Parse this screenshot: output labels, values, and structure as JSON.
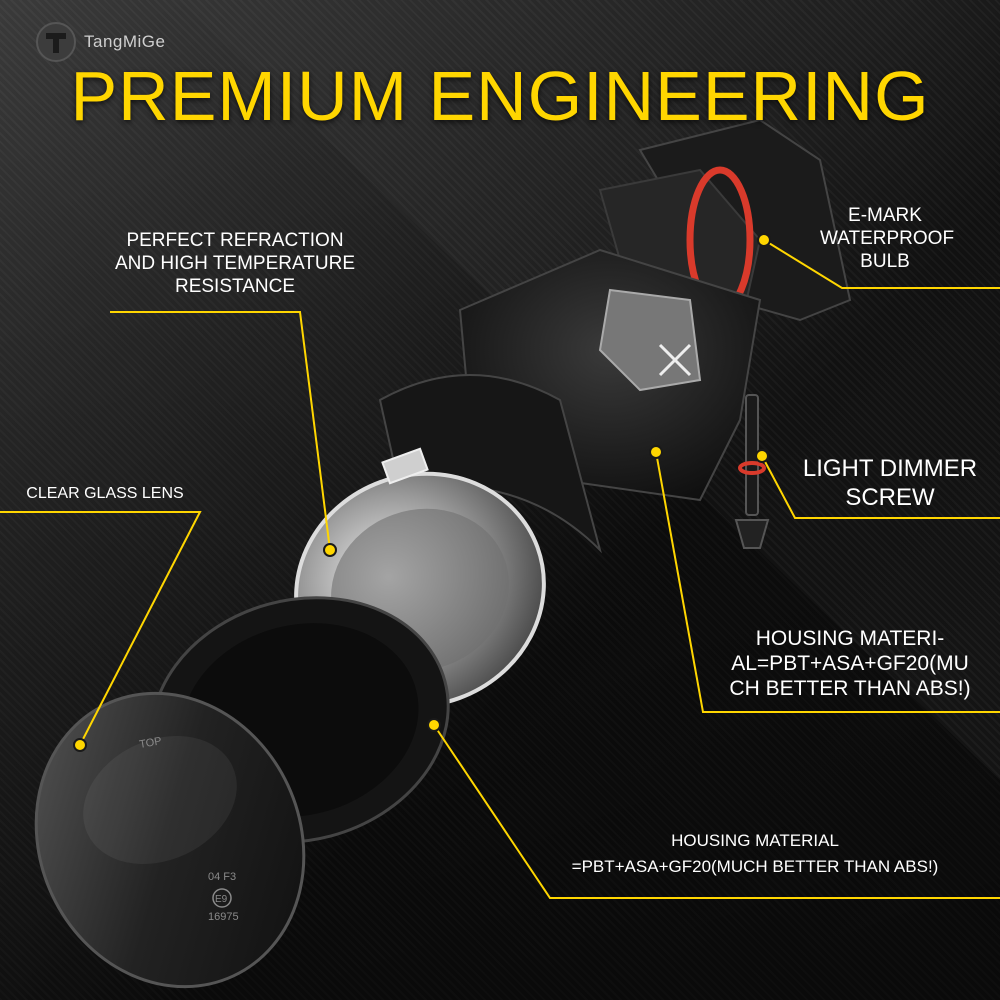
{
  "brand": {
    "name": "TangMiGe"
  },
  "title": "PREMIUM ENGINEERING",
  "callouts": {
    "emark": [
      "E-MARK",
      "WATERPROOF",
      "BULB"
    ],
    "refraction": [
      "PERFECT REFRACTION",
      "AND HIGH TEMPERATURE",
      "RESISTANCE"
    ],
    "dimmer": [
      "LIGHT DIMMER",
      "SCREW"
    ],
    "clear_lens": "CLEAR GLASS LENS",
    "housing_upper": [
      "HOUSING MATERI-",
      "AL=PBT+ASA+GF20(MU",
      "CH BETTER THAN ABS!)"
    ],
    "housing_lower": [
      "HOUSING MATERIAL",
      "=PBT+ASA+GF20(MUCH BETTER THAN ABS!)"
    ]
  },
  "lens_markings": {
    "top": "TOP",
    "code": "04 F3",
    "emark": "E9",
    "number": "16975"
  },
  "colors": {
    "accent": "#ffd600",
    "seal": "#d93a2b",
    "text": "#ffffff",
    "background": "#1c1c1c"
  }
}
